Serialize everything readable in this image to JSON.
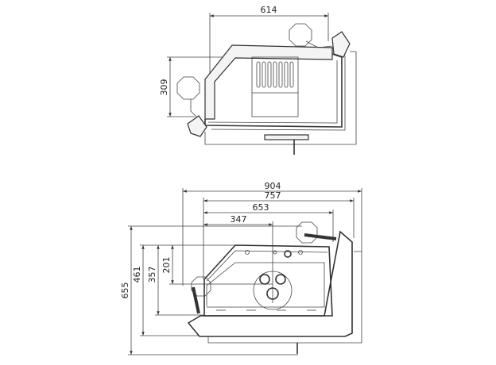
{
  "top_view": {
    "dimensions": {
      "width": "614",
      "height": "309"
    }
  },
  "front_view": {
    "dimensions": {
      "overall_width": "904",
      "width_757": "757",
      "width_653": "653",
      "width_347": "347",
      "overall_height": "655",
      "height_461": "461",
      "height_357": "357",
      "height_201": "201"
    }
  },
  "colors": {
    "line": "#333333",
    "background": "#ffffff"
  }
}
